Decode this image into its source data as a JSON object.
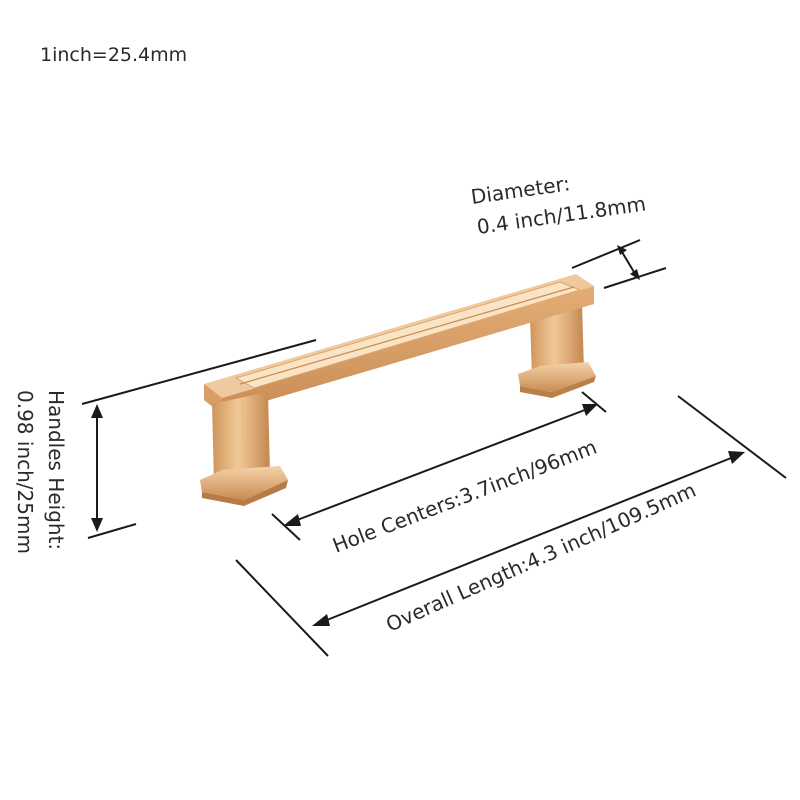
{
  "scale_note": "1inch=25.4mm",
  "diameter": {
    "label_line1": "Diameter:",
    "label_line2": "0.4 inch/11.8mm"
  },
  "handles_height": {
    "label_line1": "Handles Height:",
    "label_line2": "0.98 inch/25mm"
  },
  "hole_centers": {
    "label": "Hole Centers:3.7inch/96mm"
  },
  "overall_length": {
    "label": "Overall Length:4.3 inch/109.5mm"
  },
  "colors": {
    "handle_light": "#f3cfa2",
    "handle_mid": "#e0aa72",
    "handle_dark": "#b97b45",
    "dimension_line": "#1a1a1a"
  }
}
